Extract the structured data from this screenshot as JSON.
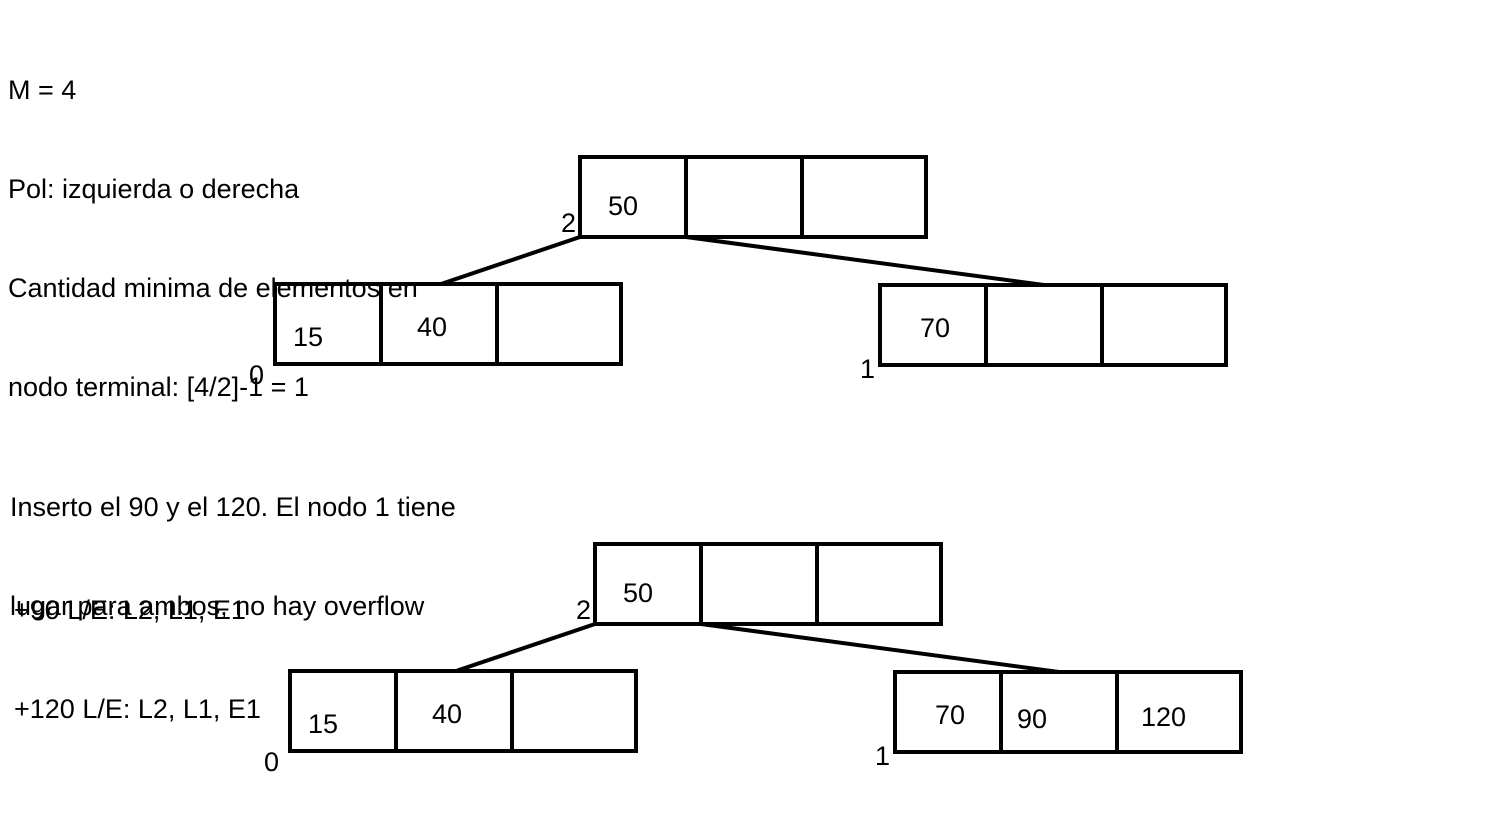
{
  "header_notes": [
    "M = 4",
    "Pol: izquierda o derecha",
    "Cantidad minima de elementos en",
    "nodo terminal: [4/2]-1 = 1"
  ],
  "middle_notes": [
    "Inserto el 90 y el 120. El nodo 1 tiene",
    "lugar para ambos, no hay overflow"
  ],
  "operation_notes": [
    "+90 L/E: L2, L1, E1",
    "+120 L/E: L2, L1, E1"
  ],
  "trees": [
    {
      "name": "tree-before",
      "nodes": {
        "root": {
          "id": "2",
          "keys": [
            "50",
            "",
            ""
          ]
        },
        "left": {
          "id": "0",
          "keys": [
            "15",
            "40",
            ""
          ]
        },
        "right": {
          "id": "1",
          "keys": [
            "70",
            "",
            ""
          ]
        }
      }
    },
    {
      "name": "tree-after",
      "nodes": {
        "root": {
          "id": "2",
          "keys": [
            "50",
            "",
            ""
          ]
        },
        "left": {
          "id": "0",
          "keys": [
            "15",
            "40",
            ""
          ]
        },
        "right": {
          "id": "1",
          "keys": [
            "70",
            "90",
            "120"
          ]
        }
      }
    }
  ]
}
